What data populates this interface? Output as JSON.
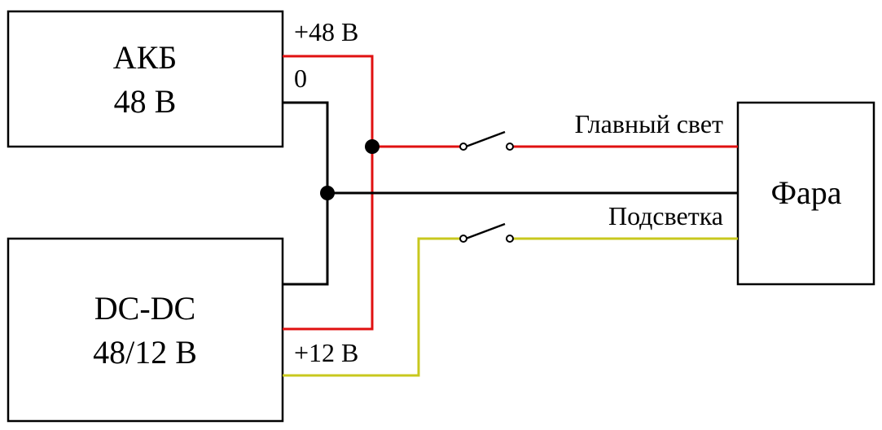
{
  "blocks": {
    "battery": {
      "line1": "АКБ",
      "line2": "48 В"
    },
    "dcdc": {
      "line1": "DC-DC",
      "line2": "48/12 В"
    },
    "headlight": {
      "label": "Фара"
    }
  },
  "wire_labels": {
    "plus48": "+48 В",
    "zero": "0",
    "plus12": "+12 В",
    "main_light": "Главный свет",
    "backlight": "Подсветка"
  },
  "colors": {
    "plus48_wire": "#e01010",
    "ground_wire": "#000000",
    "plus12_wire": "#c8c81e"
  }
}
